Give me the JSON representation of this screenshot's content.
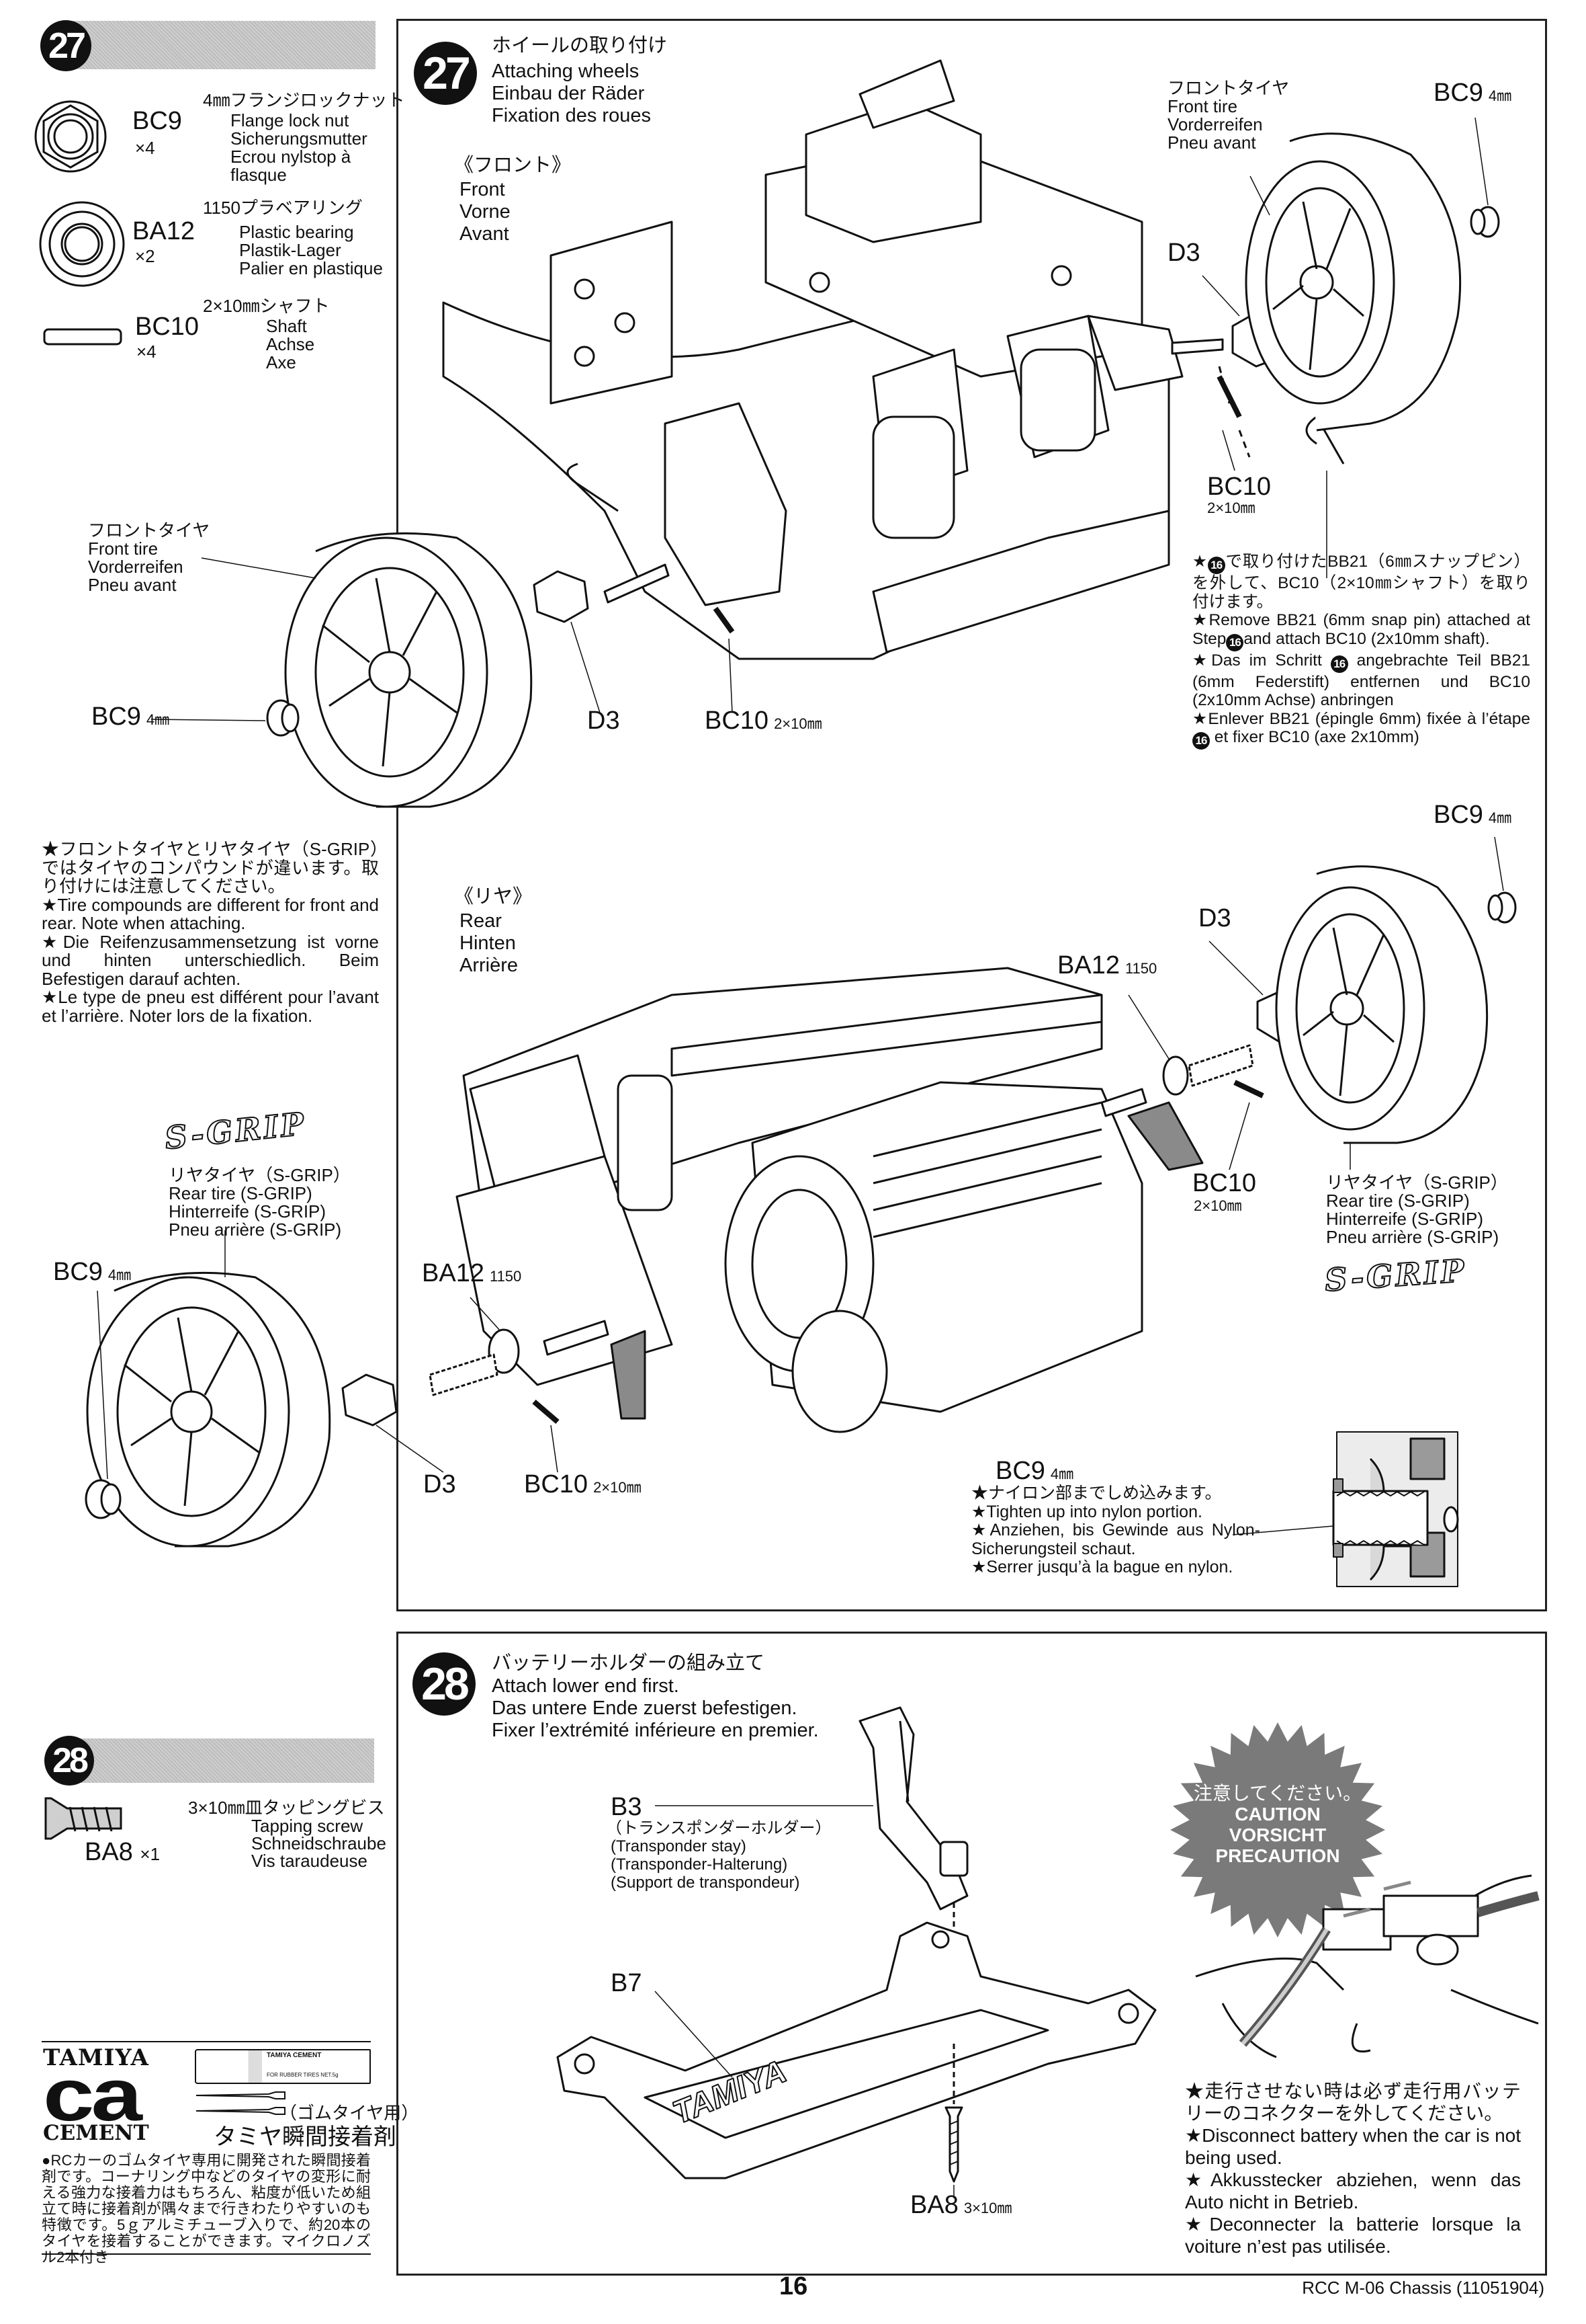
{
  "step27": {
    "number": "27",
    "title_jp": "ホイールの取り付け",
    "title_en": "Attaching wheels",
    "title_de": "Einbau der Räder",
    "title_fr": "Fixation des roues",
    "front": {
      "jp": "《フロント》",
      "en": "Front",
      "de": "Vorne",
      "fr": "Avant"
    },
    "rear": {
      "jp": "《リヤ》",
      "en": "Rear",
      "de": "Hinten",
      "fr": "Arrière"
    },
    "parts": [
      {
        "code": "BC9",
        "qty": "×4",
        "jp": "4㎜フランジロックナット",
        "lines": [
          "Flange lock nut",
          "Sicherungsmutter",
          "Ecrou nylstop à",
          "flasque"
        ]
      },
      {
        "code": "BA12",
        "qty": "×2",
        "jp": "1150プラベアリング",
        "lines": [
          "Plastic bearing",
          "Plastik-Lager",
          "Palier en plastique"
        ]
      },
      {
        "code": "BC10",
        "qty": "×4",
        "jp": "2×10㎜シャフト",
        "lines": [
          "Shaft",
          "Achse",
          "Axe"
        ]
      }
    ],
    "front_tire_label": {
      "jp": "フロントタイヤ",
      "en": "Front tire",
      "de": "Vorderreifen",
      "fr": "Pneu avant"
    },
    "rear_tire_label": {
      "jp": "リヤタイヤ（S-GRIP）",
      "en": "Rear tire (S-GRIP)",
      "de": "Hinterreife (S-GRIP)",
      "fr": "Pneu arrière (S-GRIP)"
    },
    "sgrip_logo": "S-GRIP",
    "callouts": {
      "bc9": "BC9",
      "bc9_size": "4㎜",
      "d3": "D3",
      "bc10": "BC10",
      "bc10_size": "2×10㎜",
      "ba12": "BA12",
      "ba12_size": "1150"
    },
    "snap_pin_note": {
      "jp1_pre": "★",
      "jp1_badge": "16",
      "jp1_post": "で取り付けたBB21（6㎜スナップピン）を外して、BC10（2×10㎜シャフト）を取り付けます。",
      "en_pre": "★Remove BB21 (6mm snap pin) attached at Step",
      "en_badge": "16",
      "en_post": "and attach BC10 (2x10mm shaft).",
      "de_pre": "★Das im Schritt ",
      "de_badge": "16",
      "de_post": " angebrachte Teil BB21 (6mm Federstift) entfernen und BC10 (2x10mm Achse) anbringen",
      "fr_pre": "★Enlever BB21 (épingle 6mm) fixée à l’étape ",
      "fr_badge": "16",
      "fr_post": " et fixer BC10 (axe 2x10mm)"
    },
    "tire_note": [
      "★フロントタイヤとリヤタイヤ（S-GRIP）ではタイヤのコンパウンドが違います。取り付けには注意してください。",
      "★Tire compounds are different for front and rear. Note when attaching.",
      "★Die Reifenzusammensetzung ist vorne und hinten unterschiedlich. Beim Befestigen darauf achten.",
      "★Le type de pneu est différent pour l’avant et l’arrière. Noter lors de la fixation."
    ],
    "nylon_note": {
      "code": "BC9",
      "size": "4㎜",
      "lines": [
        "★ナイロン部までしめ込みます。",
        "★Tighten up into nylon portion.",
        "★Anziehen, bis Gewinde aus Nylon-Sicherungsteil schaut.",
        "★Serrer jusqu’à la bague en nylon."
      ]
    }
  },
  "step28": {
    "number": "28",
    "title_jp": "バッテリーホルダーの組み立て",
    "title_en": "Attach lower end first.",
    "title_de": "Das untere Ende zuerst befestigen.",
    "title_fr": "Fixer l’extrémité inférieure en premier.",
    "part": {
      "code": "BA8",
      "qty": "×1",
      "jp": "3×10㎜皿タッピングビス",
      "lines": [
        "Tapping screw",
        "Schneidschraube",
        "Vis taraudeuse"
      ]
    },
    "b3": {
      "code": "B3",
      "lines": [
        "（トランスポンダーホルダー）",
        "(Transponder stay)",
        "(Transponder-Halterung)",
        "(Support de transpondeur)"
      ]
    },
    "b7": "B7",
    "ba8_callout": "BA8",
    "ba8_size": "3×10㎜",
    "holder_logo": "TAMIYA",
    "caution_badge": [
      "注意してください。",
      "CAUTION",
      "VORSICHT",
      "PRECAUTION"
    ],
    "caution_note": [
      "★走行させない時は必ず走行用バッテリーのコネクターを外してください。",
      "★Disconnect battery when the car is not being used.",
      "★Akkusstecker abziehen, wenn das Auto nicht in Betrieb.",
      "★Deconnecter la batterie lorsque la voiture n’est pas utilisée."
    ]
  },
  "ca_cement": {
    "logo_top": "TAMIYA",
    "logo_mid": "ca",
    "logo_bottom": "CEMENT",
    "tube_label": "TAMIYA CEMENT",
    "tube_sub": "FOR RUBBER TIRES  NET.5g",
    "subtitle": "（ゴムタイヤ用）",
    "name_jp": "タミヤ瞬間接着剤",
    "description": "●RCカーのゴムタイヤ専用に開発された瞬間接着剤です。コーナリング中などのタイヤの変形に耐える強力な接着力はもちろん、粘度が低いため組立て時に接着剤が隅々まで行きわたりやすいのも特徴です。5ｇアルミチューブ入りで、約20本のタイヤを接着することができます。マイクロノズル2本付き"
  },
  "footer": {
    "page_number": "16",
    "model": "RCC M-06 Chassis (11051904)"
  },
  "colors": {
    "ink": "#111111",
    "screen_gray": "#c4c4c4",
    "caution_gray": "#7a7a7a"
  }
}
